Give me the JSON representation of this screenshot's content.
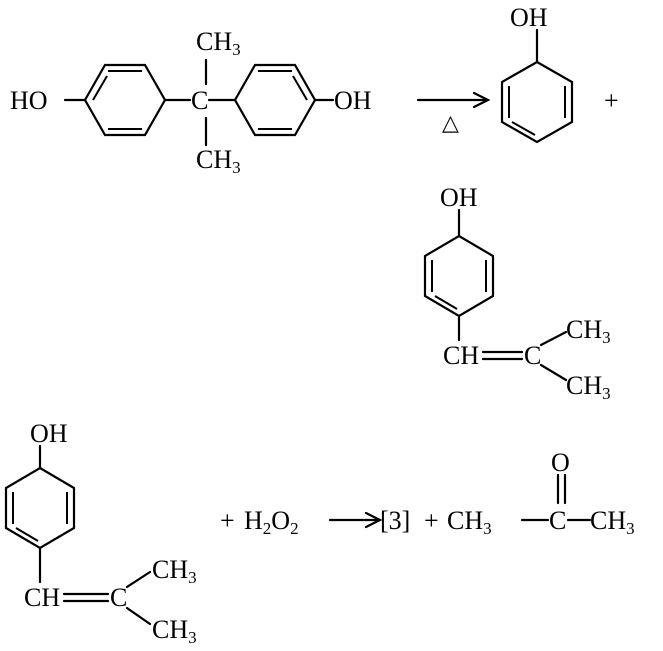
{
  "reaction1": {
    "reactant": {
      "left_oh": "HO",
      "right_oh": "OH",
      "center_c": "C",
      "top_methyl": "CH",
      "bottom_methyl": "CH",
      "methyl_subscript": "3"
    },
    "condition": "△",
    "product_phenol": {
      "oh": "OH"
    },
    "plus": "+",
    "product_styrene": {
      "oh": "OH",
      "ch": "CH",
      "c": "C",
      "methyl": "CH",
      "methyl_subscript": "3"
    }
  },
  "reaction2": {
    "reactant": {
      "oh": "OH",
      "ch": "CH",
      "c": "C",
      "methyl": "CH",
      "methyl_subscript": "3"
    },
    "plus1": "+",
    "peroxide": {
      "h": "H",
      "o": "O",
      "subscript": "2"
    },
    "product_unknown": "[3]",
    "plus2": "+",
    "acetone": {
      "left_methyl": "CH",
      "carbonyl_c": "C",
      "carbonyl_o": "O",
      "right_methyl": "CH",
      "methyl_subscript": "3"
    }
  },
  "colors": {
    "ink": "#000000",
    "background": "#ffffff"
  }
}
